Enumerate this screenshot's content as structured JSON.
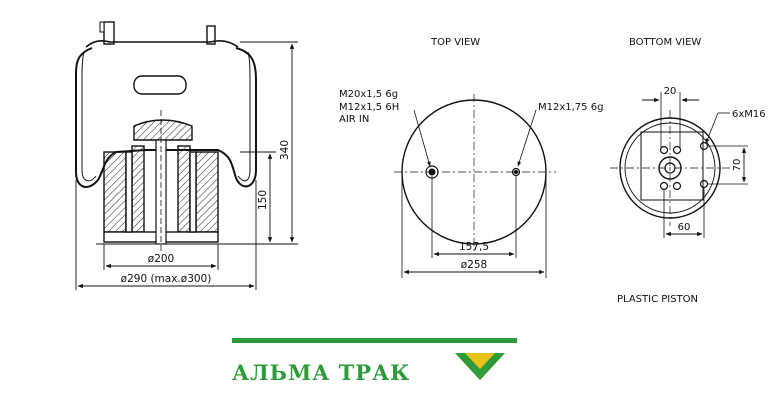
{
  "side_view": {
    "dim_height_total": "340",
    "dim_height_piston": "150",
    "dim_piston_diameter": "ø200",
    "dim_outer_diameter": "ø290  (max.ø300)"
  },
  "top_view": {
    "title": "TOP VIEW",
    "thread_1": "M20x1,5  6g",
    "thread_2": "M12x1,5  6H",
    "thread_2_note": "AIR IN",
    "thread_3": "M12x1,75  6g",
    "dim_stud_spacing": "157,5",
    "dim_plate_diameter": "ø258"
  },
  "bottom_view": {
    "title": "BOTTOM VIEW",
    "dim_width": "20",
    "thread": "6xM16",
    "dim_vertical": "70",
    "dim_horizontal": "60",
    "note": "PLASTIC PISTON"
  },
  "brand": {
    "name": "АЛЬМА ТРАК",
    "color": "#2e9a3a",
    "accent_color": "#e8c21a"
  }
}
